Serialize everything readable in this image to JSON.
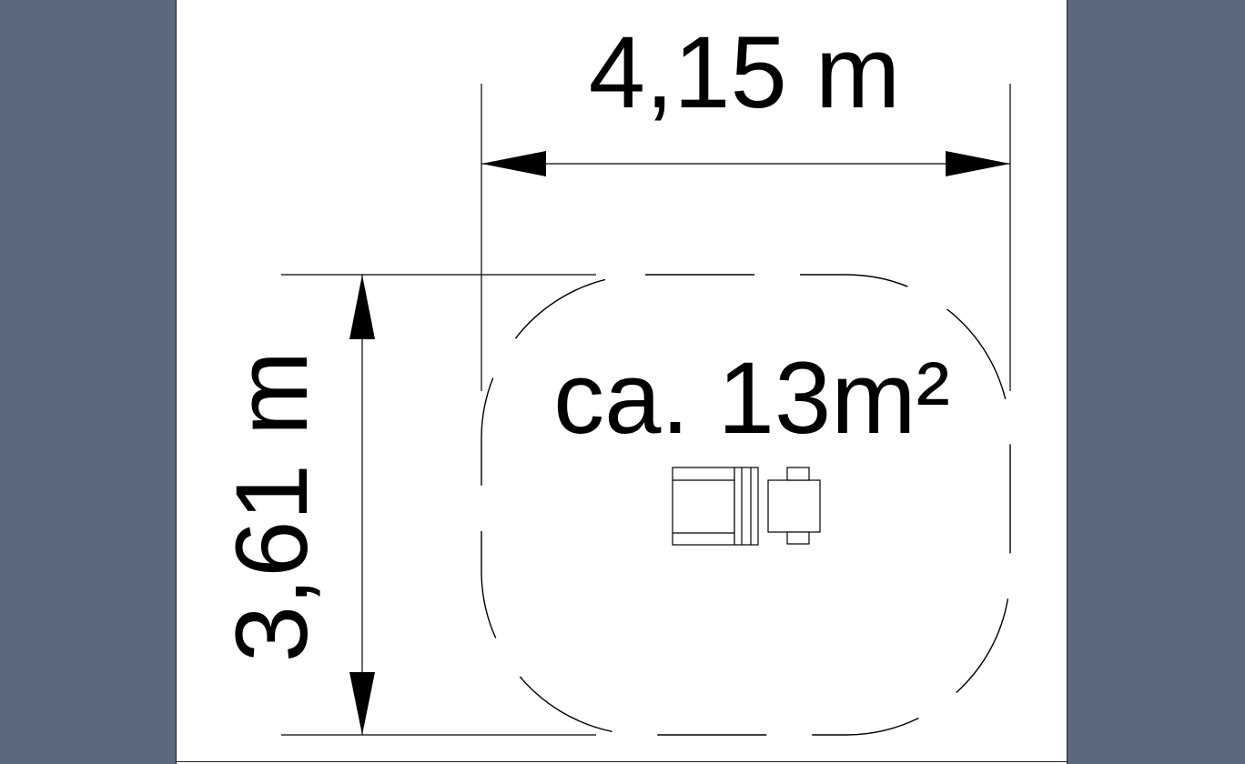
{
  "drawing": {
    "width_dimension": "4,15 m",
    "height_dimension": "3,61 m",
    "area_label": "ca. 13m²"
  },
  "colors": {
    "background": "#5a697d",
    "sheet": "#ffffff",
    "lines": "#000000"
  }
}
